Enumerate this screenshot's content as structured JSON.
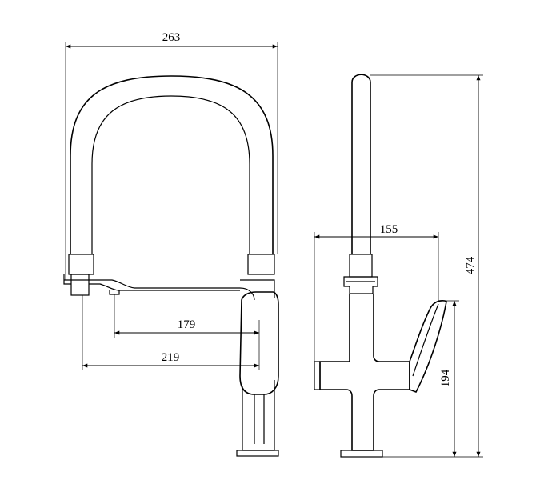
{
  "dimensions": {
    "overall_width": "263",
    "spout_reach": "179",
    "body_reach": "219",
    "side_depth": "155",
    "overall_height": "474",
    "handle_height": "194"
  },
  "colors": {
    "line": "#000000",
    "background": "#ffffff"
  }
}
